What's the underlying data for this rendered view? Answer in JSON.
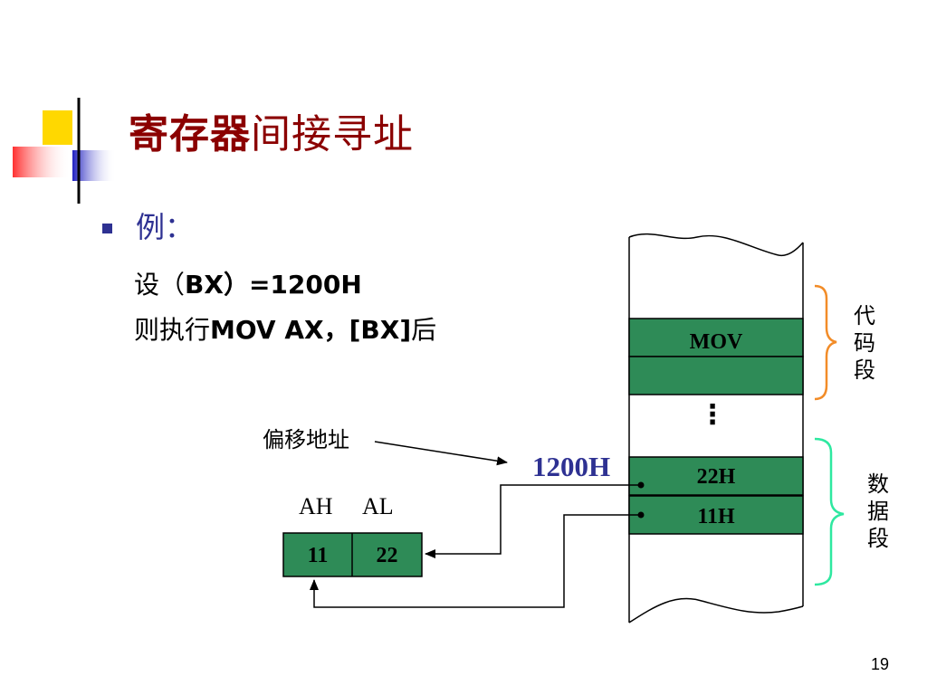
{
  "title": {
    "part1": "寄存器",
    "part2": "间接寻址"
  },
  "bullet": {
    "text": "例："
  },
  "body": {
    "line1_a": "设（",
    "line1_b": "BX",
    "line1_c": "）=1200H",
    "line2_a": "则执行",
    "line2_b": "MOV  AX，[BX]",
    "line2_c": "后"
  },
  "diagram": {
    "offset_label": "偏移地址",
    "address_label": "1200H",
    "register_labels": {
      "ah": "AH",
      "al": "AL"
    },
    "register_values": {
      "ah": "11",
      "al": "22"
    },
    "memory_cells": {
      "mov": "MOV",
      "byte_1200": "22H",
      "byte_1201": "11H"
    },
    "ellipsis": "⋮",
    "code_segment_label": [
      "代",
      "码",
      "段"
    ],
    "data_segment_label": [
      "数",
      "据",
      "段"
    ]
  },
  "colors": {
    "title": "#8b0000",
    "bullet": "#2e3192",
    "cell_fill": "#2e8b57",
    "code_brace": "#f28c28",
    "data_brace": "#2ee8a0"
  },
  "page_number": "19"
}
